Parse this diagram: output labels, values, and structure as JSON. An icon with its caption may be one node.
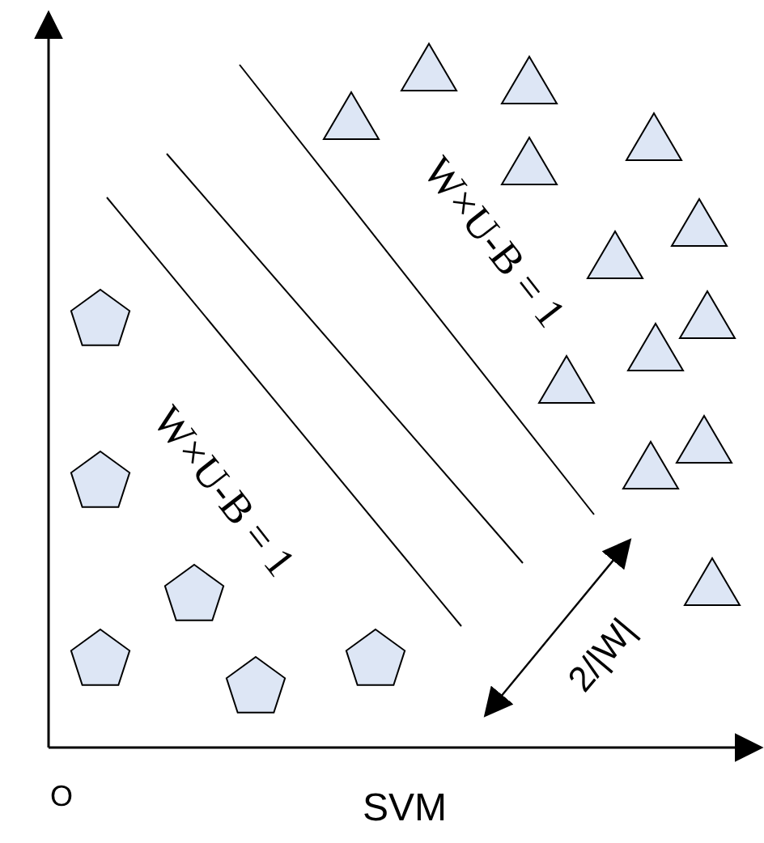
{
  "diagram": {
    "caption": "SVM",
    "labels": [
      "W×U-B = 1",
      "W×U-B = 1",
      "2/|W|",
      "O"
    ]
  }
}
